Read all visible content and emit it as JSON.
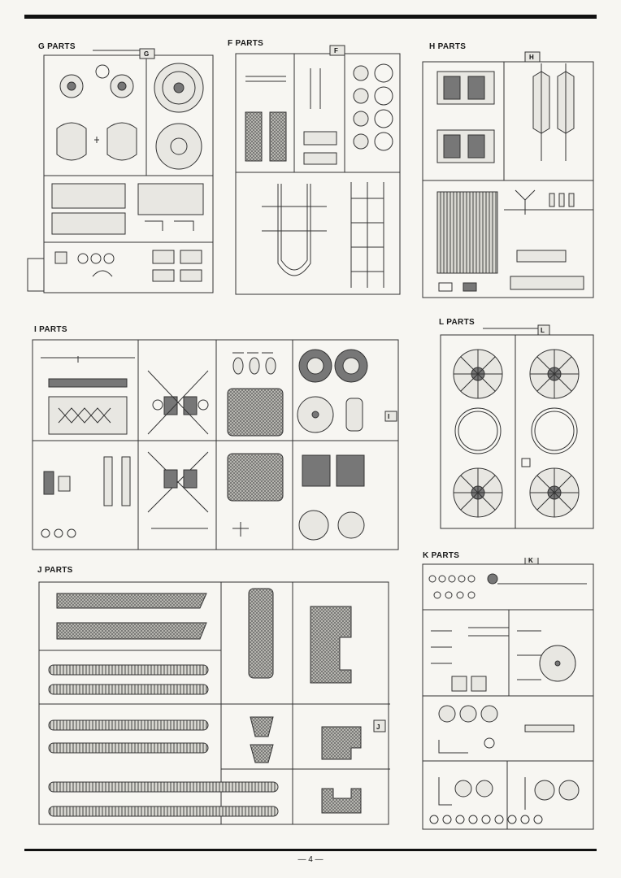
{
  "page": {
    "number": "— 4 —"
  },
  "sprues": [
    {
      "id": "g",
      "label": "G PARTS",
      "badge": "G"
    },
    {
      "id": "f",
      "label": "F PARTS",
      "badge": "F"
    },
    {
      "id": "h",
      "label": "H PARTS",
      "badge": "H"
    },
    {
      "id": "i",
      "label": "I PARTS",
      "badge": "I"
    },
    {
      "id": "l",
      "label": "L PARTS",
      "badge": "L"
    },
    {
      "id": "j",
      "label": "J PARTS",
      "badge": "J"
    },
    {
      "id": "k",
      "label": "K PARTS",
      "badge": "K"
    }
  ]
}
